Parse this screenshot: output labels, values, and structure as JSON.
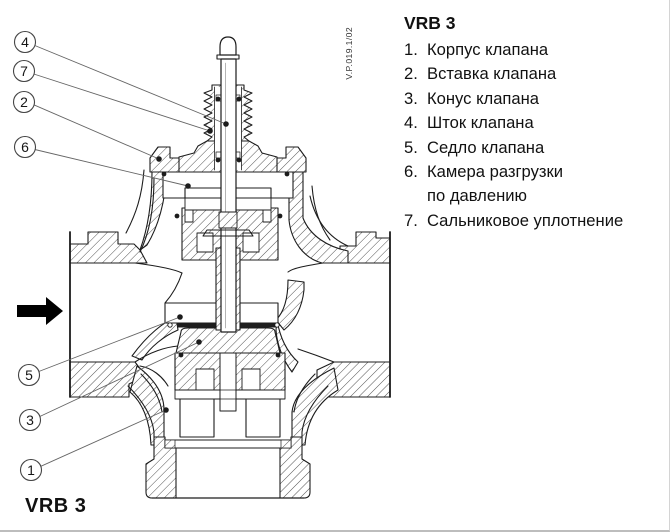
{
  "drawing": {
    "model_label": "VRB 3",
    "doc_number": "V.P.019.1/02",
    "callouts": [
      {
        "num": "4"
      },
      {
        "num": "7"
      },
      {
        "num": "2"
      },
      {
        "num": "6"
      },
      {
        "num": "5"
      },
      {
        "num": "3"
      },
      {
        "num": "1"
      }
    ]
  },
  "legend": {
    "title": "VRB 3",
    "items": [
      {
        "num": "1.",
        "text": "Корпус клапана"
      },
      {
        "num": "2.",
        "text": "Вставка клапана"
      },
      {
        "num": "3.",
        "text": "Конус клапана"
      },
      {
        "num": "4.",
        "text": "Шток клапана"
      },
      {
        "num": "5.",
        "text": "Седло клапана"
      },
      {
        "num": "6.",
        "text": "Камера разгрузки",
        "text_line2": "по давлению"
      },
      {
        "num": "7.",
        "text": "Сальниковое уплотнение"
      }
    ]
  },
  "colors": {
    "line": "#1c1c1c",
    "hatch": "#3f3f3f",
    "accent": "#000000"
  }
}
